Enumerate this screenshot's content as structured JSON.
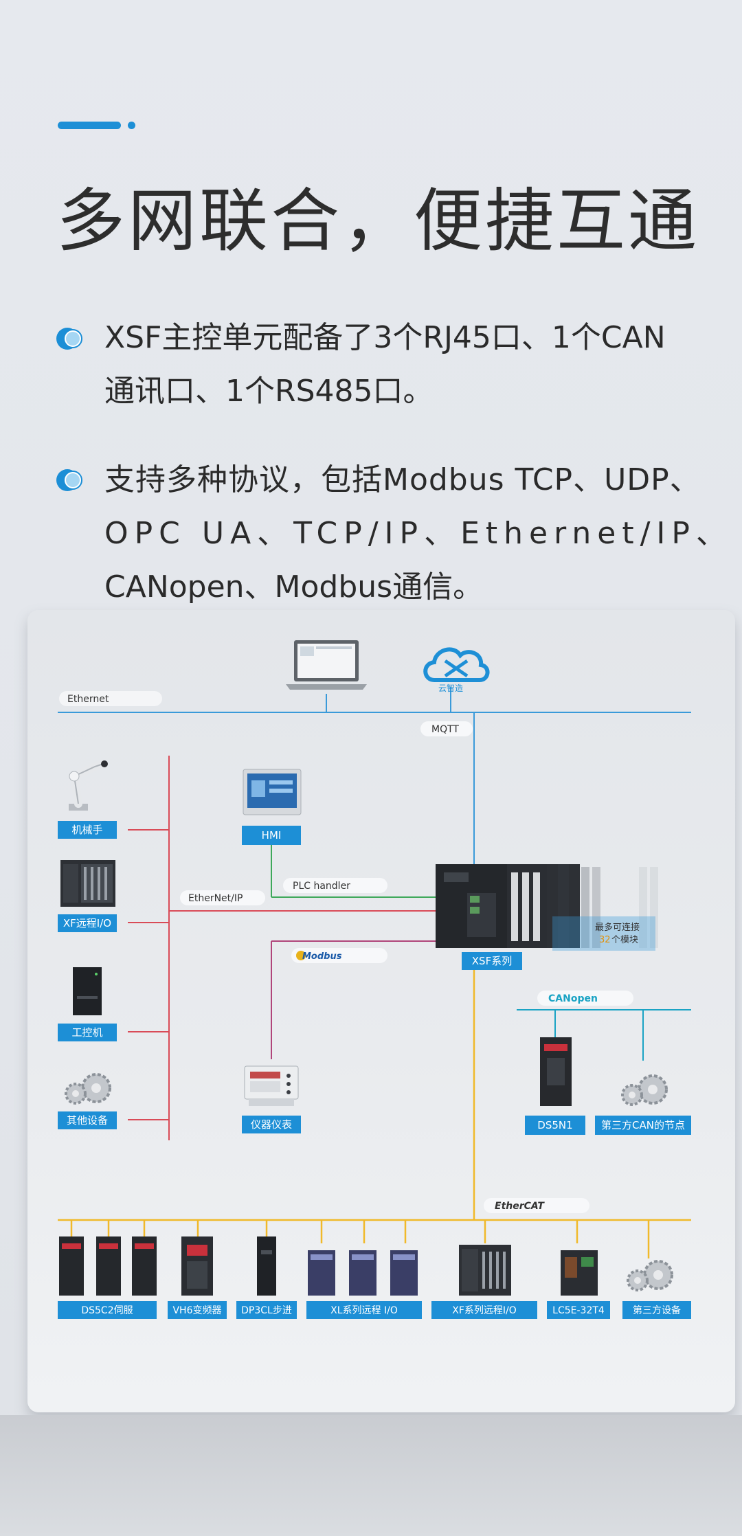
{
  "heading": {
    "title": "多网联合，便捷互通"
  },
  "bullets": [
    {
      "line1": "XSF主控单元配备了3个RJ45口、1个CAN",
      "line2": "通讯口、1个RS485口。"
    },
    {
      "line1": "支持多种协议，包括Modbus TCP、UDP、",
      "line2": "OPC UA、TCP/IP、Ethernet/IP、",
      "line3": "CANopen、Modbus通信。"
    }
  ],
  "diagram": {
    "cloud_label": "云智造",
    "network_tags": {
      "ethernet": "Ethernet",
      "mqtt": "MQTT",
      "ethernet_ip": "EtherNet/IP",
      "plc_handler": "PLC handler",
      "modbus": "Modbus",
      "canopen": "CANopen",
      "ethercat": "EtherCAT"
    },
    "left_devices": [
      "机械手",
      "XF远程I/O",
      "工控机",
      "其他设备"
    ],
    "center_devices": {
      "hmi": "HMI",
      "meter": "仪器仪表",
      "controller": "XSF系列"
    },
    "module_note": {
      "line1": "最多可连接",
      "line2_num": "32",
      "line2_text": "个模块"
    },
    "canopen_devices": [
      "DS5N1",
      "第三方CAN的节点"
    ],
    "ethercat_devices": [
      "DS5C2伺服",
      "VH6变频器",
      "DP3CL步进",
      "XL系列远程 I/O",
      "XF系列远程I/O",
      "LC5E-32T4",
      "第三方设备"
    ],
    "colors": {
      "accent": "#1d8fd6",
      "ethernet": "#3a9ad9",
      "ethernet_ip": "#d94b57",
      "plc_handler": "#3ea85a",
      "modbus": "#b0457a",
      "ethercat": "#f0b92a",
      "canopen": "#1aa3c4"
    }
  }
}
